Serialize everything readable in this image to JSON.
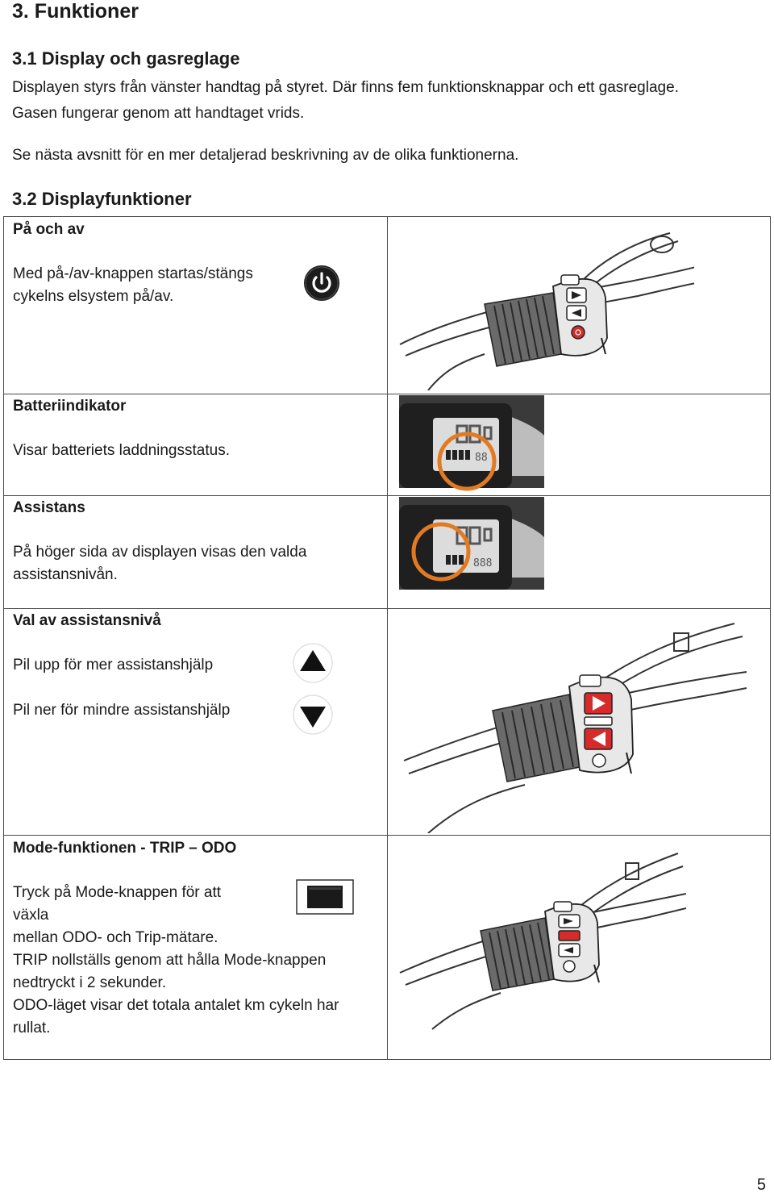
{
  "heading": "3. Funktioner",
  "section1": {
    "title": "3.1 Display och gasreglage",
    "para1_line1": "Displayen styrs från vänster handtag på styret. Där finns fem funktionsknappar och ett gasreglage.",
    "para1_line2": "Gasen fungerar genom att handtaget vrids.",
    "para2": "Se nästa avsnitt för en mer detaljerad beskrivning av de olika funktionerna."
  },
  "section2": {
    "title": "3.2 Displayfunktioner"
  },
  "rows": {
    "power": {
      "title": "På och av",
      "line1": "Med på-/av-knappen startas/stängs",
      "line2": "cykelns elsystem på/av.",
      "icon": "power-icon"
    },
    "battery": {
      "title": "Batteriindikator",
      "line1": "Visar batteriets laddningsstatus."
    },
    "assist": {
      "title": "Assistans",
      "line1": "På höger sida av displayen visas den valda",
      "line2": "assistansnivån."
    },
    "level": {
      "title": "Val av assistansnivå",
      "up": "Pil upp för mer assistanshjälp",
      "down": "Pil ner för mindre assistanshjälp",
      "up_icon": "arrow-up-icon",
      "down_icon": "arrow-down-icon"
    },
    "mode": {
      "title": "Mode-funktionen - TRIP – ODO",
      "line1": "Tryck på Mode-knappen för att",
      "line2": "växla",
      "line3": "mellan ODO- och Trip-mätare.",
      "line4": "TRIP nollställs genom att hålla Mode-knappen",
      "line5": "nedtryckt i 2 sekunder.",
      "line6": "ODO-läget visar det totala antalet km cykeln har",
      "line7": "rullat.",
      "icon": "mode-button-icon"
    }
  },
  "page_number": "5",
  "colors": {
    "highlight_ring": "#e27a22",
    "button_red": "#d52b2b",
    "grip_gray": "#6a6a6a"
  }
}
